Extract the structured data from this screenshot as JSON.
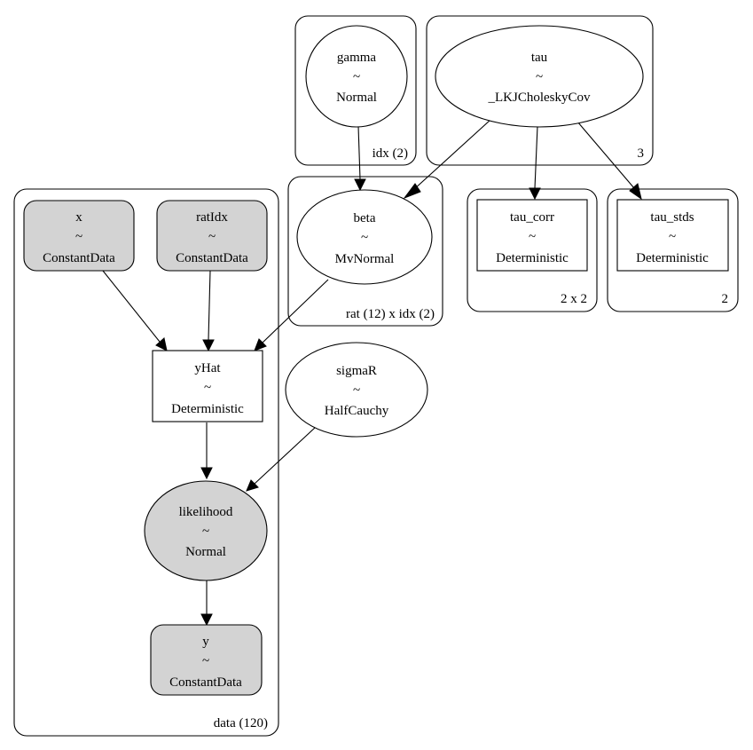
{
  "colors": {
    "observed_fill": "#d3d3d3",
    "free_fill": "#ffffff",
    "stroke": "#000000"
  },
  "plates": {
    "idx": "idx (2)",
    "tau_dim": "3",
    "data": "data (120)",
    "rat_idx": "rat (12) x idx (2)",
    "tau_corr_dim": "2 x 2",
    "tau_stds_dim": "2"
  },
  "nodes": {
    "gamma": {
      "name": "gamma",
      "sep": "~",
      "dist": "Normal"
    },
    "tau": {
      "name": "tau",
      "sep": "~",
      "dist": "_LKJCholeskyCov"
    },
    "beta": {
      "name": "beta",
      "sep": "~",
      "dist": "MvNormal"
    },
    "tau_corr": {
      "name": "tau_corr",
      "sep": "~",
      "dist": "Deterministic"
    },
    "tau_stds": {
      "name": "tau_stds",
      "sep": "~",
      "dist": "Deterministic"
    },
    "x": {
      "name": "x",
      "sep": "~",
      "dist": "ConstantData"
    },
    "ratIdx": {
      "name": "ratIdx",
      "sep": "~",
      "dist": "ConstantData"
    },
    "yHat": {
      "name": "yHat",
      "sep": "~",
      "dist": "Deterministic"
    },
    "sigmaR": {
      "name": "sigmaR",
      "sep": "~",
      "dist": "HalfCauchy"
    },
    "likelihood": {
      "name": "likelihood",
      "sep": "~",
      "dist": "Normal"
    },
    "y": {
      "name": "y",
      "sep": "~",
      "dist": "ConstantData"
    }
  }
}
